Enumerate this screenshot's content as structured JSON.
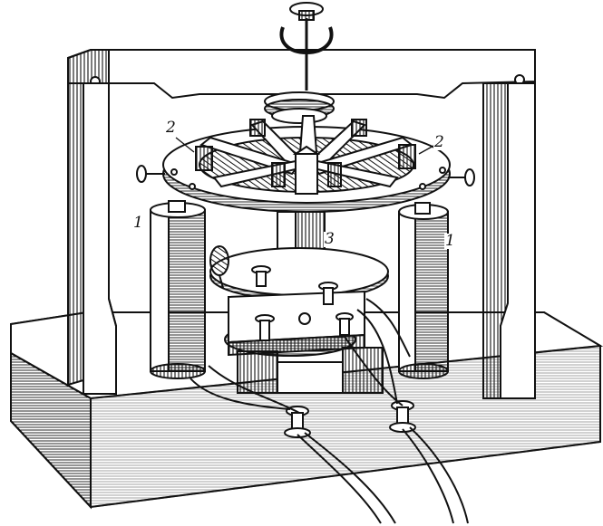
{
  "labels": {
    "one_left": "1",
    "two_left": "2",
    "three": "3",
    "two_right": "2",
    "one_right": "1"
  },
  "drawing": {
    "style": "black-and-white line engraving",
    "ink_color": "#111111",
    "paper_color": "#ffffff"
  }
}
